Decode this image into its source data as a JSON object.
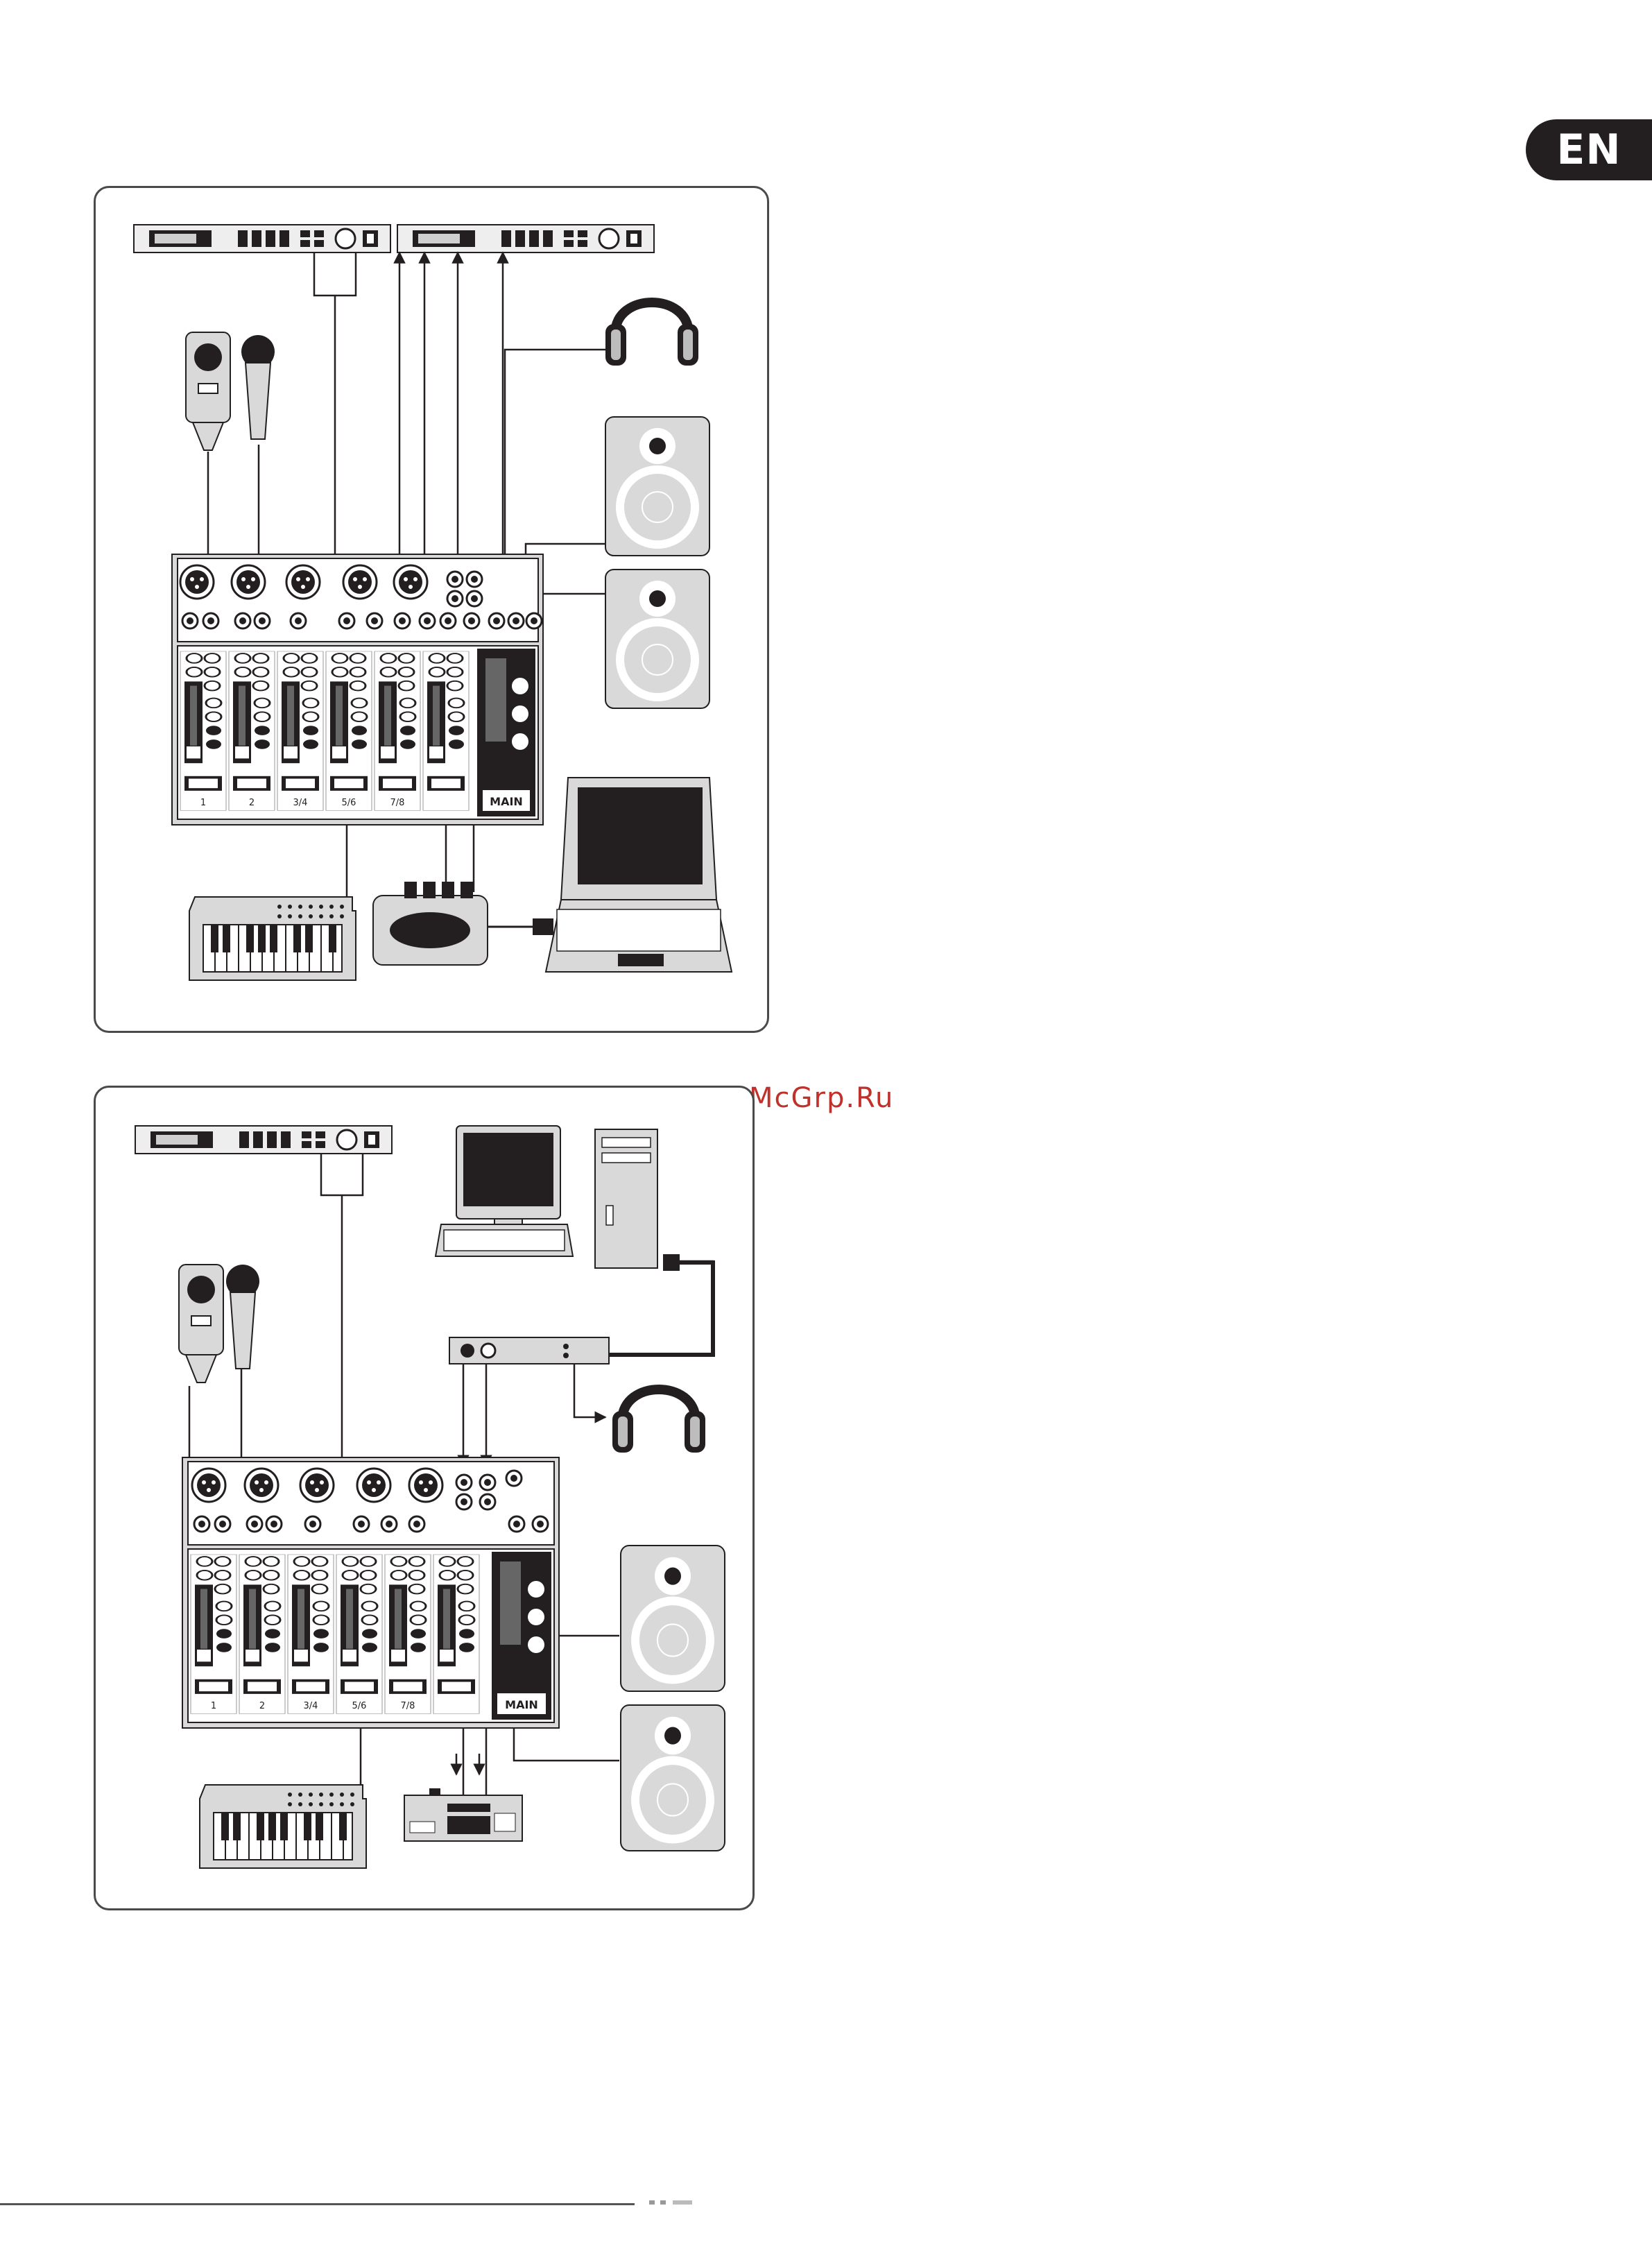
{
  "page": {
    "language_badge": "EN",
    "watermark": "McGrp.Ru"
  },
  "figure_1": {
    "mixer": {
      "main_label": "MAIN",
      "channel_labels": [
        "1",
        "2",
        "3/4",
        "5/6",
        "7/8"
      ]
    },
    "devices": [
      "effects-processor-rack-left-icon",
      "effects-processor-rack-right-icon",
      "condenser-microphone-icon",
      "dynamic-microphone-icon",
      "headphones-icon",
      "studio-monitor-top-icon",
      "studio-monitor-bottom-icon",
      "laptop-icon",
      "midi-keyboard-icon",
      "usb-audio-interface-icon"
    ]
  },
  "figure_2": {
    "mixer": {
      "main_label": "MAIN",
      "channel_labels": [
        "1",
        "2",
        "3/4",
        "5/6",
        "7/8"
      ]
    },
    "devices": [
      "effects-processor-rack-icon",
      "desktop-monitor-icon",
      "desktop-keyboard-icon",
      "tower-pc-icon",
      "usb-audio-interface-icon",
      "condenser-microphone-icon",
      "dynamic-microphone-icon",
      "headphones-icon",
      "studio-monitor-top-icon",
      "studio-monitor-bottom-icon",
      "midi-keyboard-icon",
      "recorder-icon"
    ]
  },
  "colors": {
    "line": "#231f20",
    "device_fill": "#d9d9d9",
    "device_fill_dark": "#bdbdbd",
    "badge": "#231f20",
    "watermark": "#c0312b"
  }
}
